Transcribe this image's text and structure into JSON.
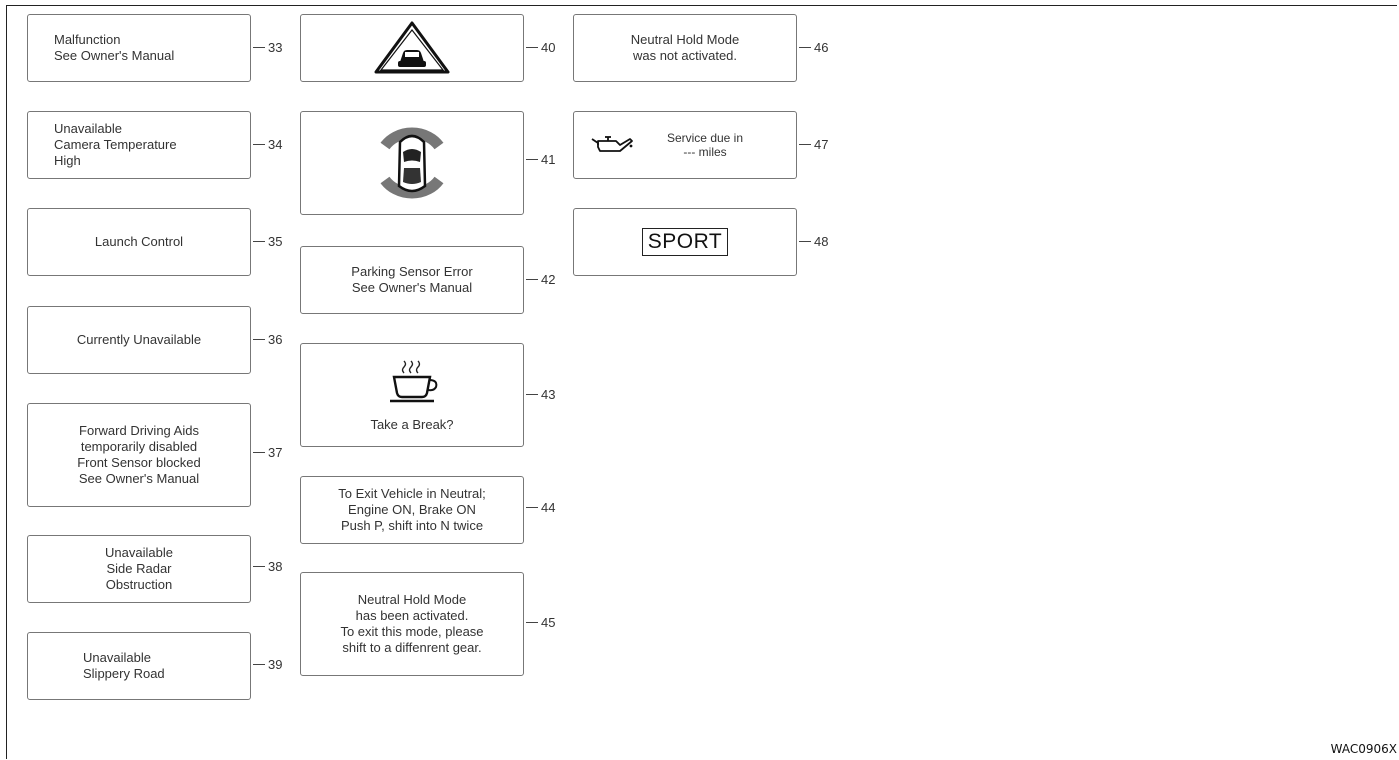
{
  "panels": {
    "p33": {
      "lines": [
        "Malfunction",
        "See Owner's Manual"
      ],
      "num": "33"
    },
    "p34": {
      "lines": [
        "Unavailable",
        "Camera Temperature",
        "High"
      ],
      "num": "34"
    },
    "p35": {
      "lines": [
        "Launch Control"
      ],
      "num": "35"
    },
    "p36": {
      "lines": [
        "Currently Unavailable"
      ],
      "num": "36"
    },
    "p37": {
      "lines": [
        "Forward Driving Aids",
        "temporarily disabled",
        "Front Sensor blocked",
        "See Owner's Manual"
      ],
      "num": "37"
    },
    "p38": {
      "lines": [
        "Unavailable",
        "Side Radar",
        "Obstruction"
      ],
      "num": "38"
    },
    "p39": {
      "lines": [
        "Unavailable",
        "Slippery Road"
      ],
      "num": "39"
    },
    "p40": {
      "icon": "car-warning-triangle-icon",
      "num": "40"
    },
    "p41": {
      "icon": "parking-sensor-car-icon",
      "num": "41"
    },
    "p42": {
      "lines": [
        "Parking Sensor Error",
        "See Owner's Manual"
      ],
      "num": "42"
    },
    "p43": {
      "icon": "coffee-cup-icon",
      "lines": [
        "Take a Break?"
      ],
      "num": "43"
    },
    "p44": {
      "lines": [
        "To Exit Vehicle in Neutral;",
        "Engine ON, Brake ON",
        "Push P, shift into N twice"
      ],
      "num": "44"
    },
    "p45": {
      "lines": [
        "Neutral Hold Mode",
        "has been activated.",
        "To exit this mode, please",
        "shift to a diffenrent gear."
      ],
      "num": "45"
    },
    "p46": {
      "lines": [
        "Neutral Hold Mode",
        "was not activated."
      ],
      "num": "46"
    },
    "p47": {
      "icon": "oil-can-icon",
      "lines": [
        "Service due in",
        "--- miles"
      ],
      "num": "47"
    },
    "p48": {
      "lines": [
        "SPORT"
      ],
      "num": "48"
    }
  },
  "reference_code": "WAC0906X"
}
